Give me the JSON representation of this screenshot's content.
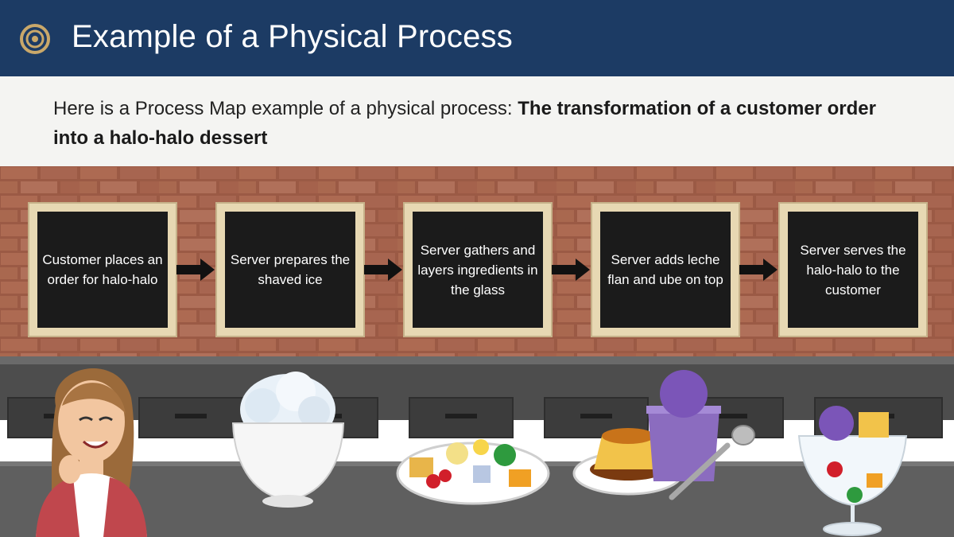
{
  "header": {
    "title": "Example of a Physical Process",
    "logo_icon": "ring-logo-icon"
  },
  "intro": {
    "prefix": "Here is a Process Map example of a physical process: ",
    "emphasis": "The transformation of a customer order into a halo-halo dessert"
  },
  "process_steps": [
    {
      "label": "Customer places an order for halo-halo"
    },
    {
      "label": "Server prepares the shaved ice"
    },
    {
      "label": "Server gathers and layers ingredients in the glass"
    },
    {
      "label": "Server adds leche flan and ube on top"
    },
    {
      "label": "Server serves the halo-halo to the customer"
    }
  ],
  "colors": {
    "title_bar": "#1c3b64",
    "brick": "#a8664f",
    "box_frame": "#e7d8b3",
    "box_fill": "#1b1b1b",
    "counter": "#5f5f5f"
  }
}
